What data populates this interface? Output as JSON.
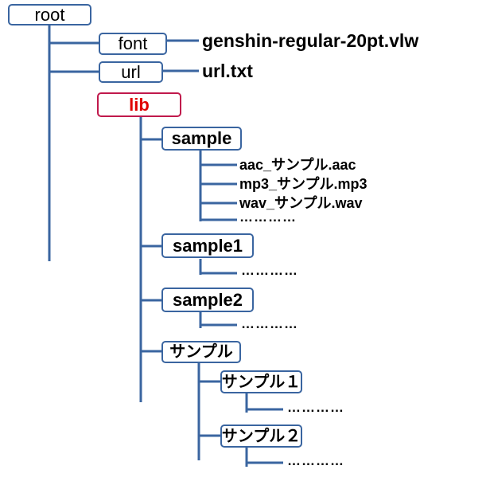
{
  "tree": {
    "root": {
      "label": "root"
    },
    "font": {
      "label": "font",
      "file": "genshin-regular-20pt.vlw"
    },
    "url": {
      "label": "url",
      "file": "url.txt"
    },
    "lib": {
      "label": "lib",
      "sample": {
        "label": "sample",
        "files": [
          "aac_サンプル.aac",
          "mp3_サンプル.mp3",
          "wav_サンプル.wav",
          "…………"
        ]
      },
      "sample1": {
        "label": "sample1",
        "more": "…………"
      },
      "sample2": {
        "label": "sample2",
        "more": "…………"
      },
      "sample_jp": {
        "label": "サンプル",
        "sub1": {
          "label": "サンプル１",
          "more": "…………"
        },
        "sub2": {
          "label": "サンプル２",
          "more": "…………"
        }
      }
    }
  },
  "colors": {
    "line": "#3a65a0",
    "highlight_border": "#c0194c",
    "highlight_text": "#e00000"
  }
}
